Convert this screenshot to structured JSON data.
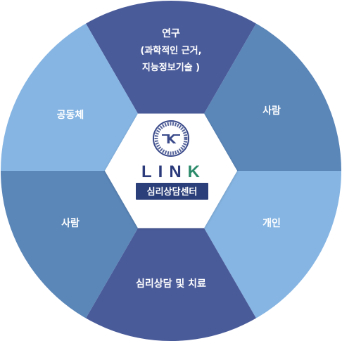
{
  "segments": [
    {
      "id": "research",
      "lines": [
        "연구",
        "(과학적인 근거,",
        "지능정보기술 )"
      ],
      "color": "#4a5b9a"
    },
    {
      "id": "person-right",
      "lines": [
        "사람"
      ],
      "color": "#5a86b8"
    },
    {
      "id": "individual",
      "lines": [
        "개인"
      ],
      "color": "#86b5e3"
    },
    {
      "id": "counseling",
      "lines": [
        "심리상담 및 치료"
      ],
      "color": "#4a5b9a"
    },
    {
      "id": "person-left",
      "lines": [
        "사람"
      ],
      "color": "#5a86b8"
    },
    {
      "id": "community",
      "lines": [
        "공동체"
      ],
      "color": "#86b5e3"
    }
  ],
  "center": {
    "logo_word": "LINK",
    "logo_word_colors": [
      "#2b3a7a",
      "#2b3a7a",
      "#2b3a7a",
      "#2b8a6a"
    ],
    "logo_subtitle": "심리상담센터",
    "badge_text": "K",
    "seal_color": "#3a4a8a"
  }
}
